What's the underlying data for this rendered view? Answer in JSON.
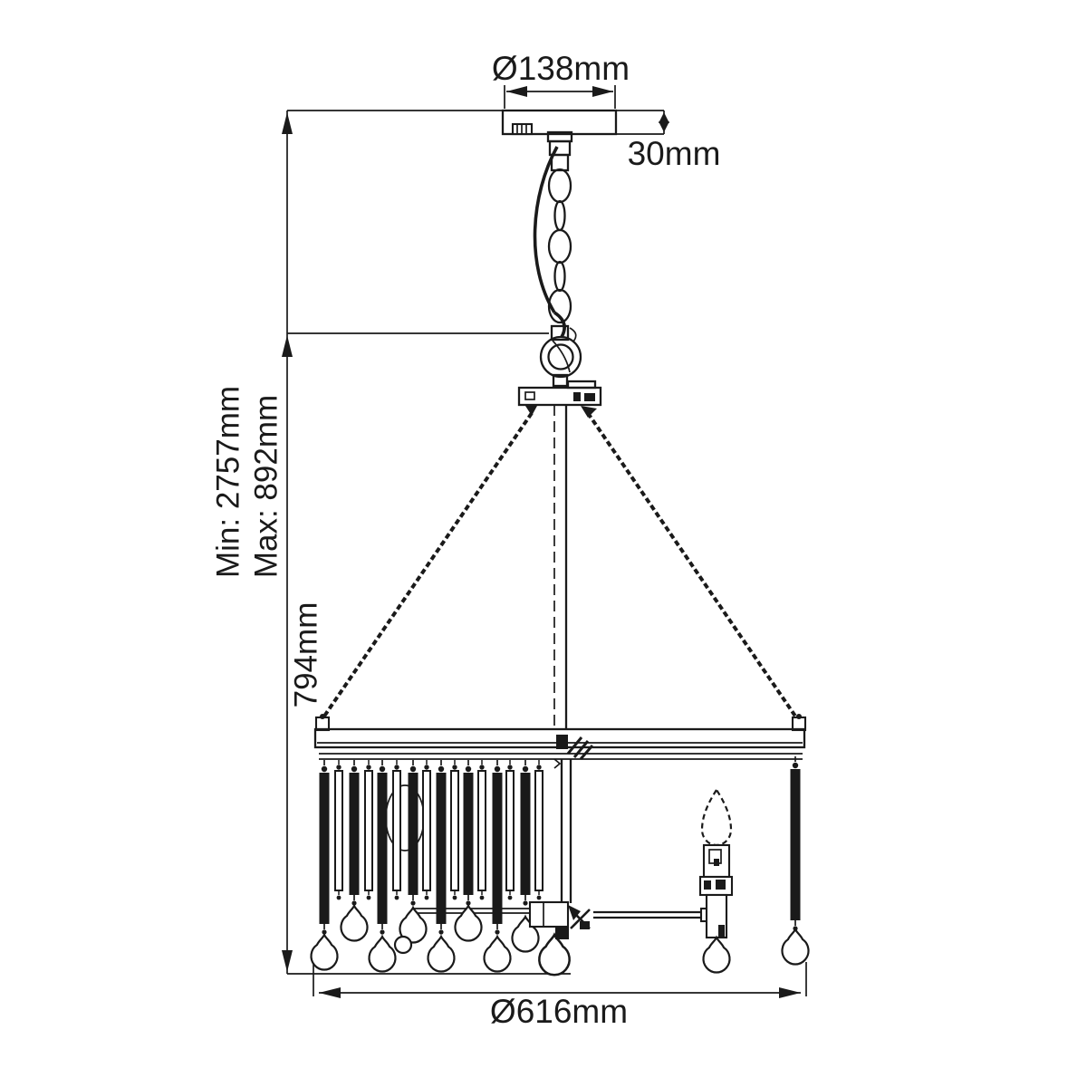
{
  "diagram": {
    "type": "technical dimension drawing",
    "subject": "3-light chandelier pendant with glass rod drops, side elevation",
    "background_color": "#ffffff",
    "line_color": "#1a1a1a",
    "labels": {
      "canopy_diameter": "Ø138mm",
      "canopy_height": "30mm",
      "suspension_min": "Min: 2757mm",
      "suspension_max": "Max: 892mm",
      "body_height": "794mm",
      "body_diameter": "Ø616mm"
    }
  }
}
